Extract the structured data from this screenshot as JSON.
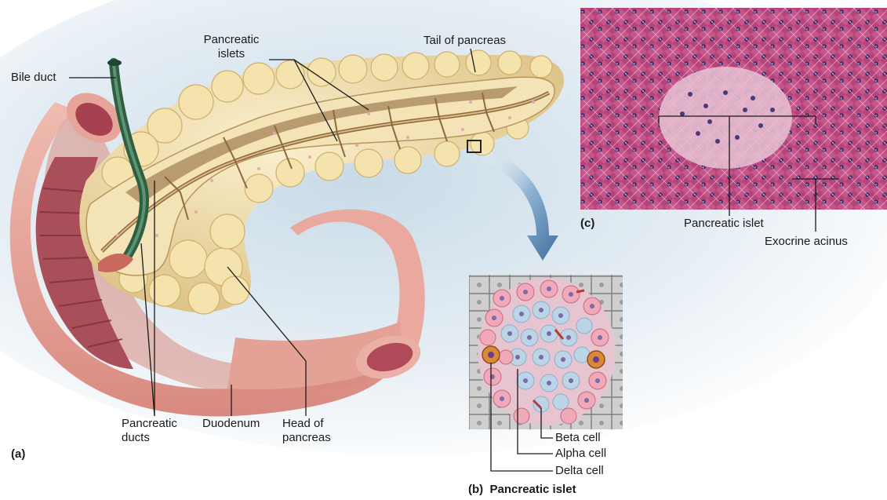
{
  "labels": {
    "bile_duct": "Bile duct",
    "pancreatic_islets": [
      "Pancreatic",
      "islets"
    ],
    "tail_of_pancreas": "Tail of pancreas",
    "pancreatic_ducts": [
      "Pancreatic",
      "ducts"
    ],
    "duodenum": "Duodenum",
    "head_of_pancreas": [
      "Head of",
      "pancreas"
    ],
    "panel_a": "(a)",
    "beta_cell": "Beta cell",
    "alpha_cell": "Alpha cell",
    "delta_cell": "Delta cell",
    "panel_b": "(b)",
    "panel_b_title": "Pancreatic islet",
    "panel_c": "(c)",
    "pancreatic_islet_c": "Pancreatic islet",
    "exocrine_acinus": "Exocrine acinus"
  },
  "colors": {
    "pancreas_tissue": "#f1dea6",
    "pancreas_lobule": "#e8cf8e",
    "duct_brown": "#9a7a50",
    "duodenum_outer": "#e8a89d",
    "duodenum_inner": "#b35a62",
    "bile_duct_green": "#3c6b4c",
    "histology_pink": "#c0507e",
    "islet_pale": "#e9c4d2",
    "beta_cell_blue": "#b9d3e3",
    "alpha_cell_pink": "#efaab8",
    "delta_cell_orange": "#d98a3a",
    "arrow_blue": "#4d7fb0"
  }
}
